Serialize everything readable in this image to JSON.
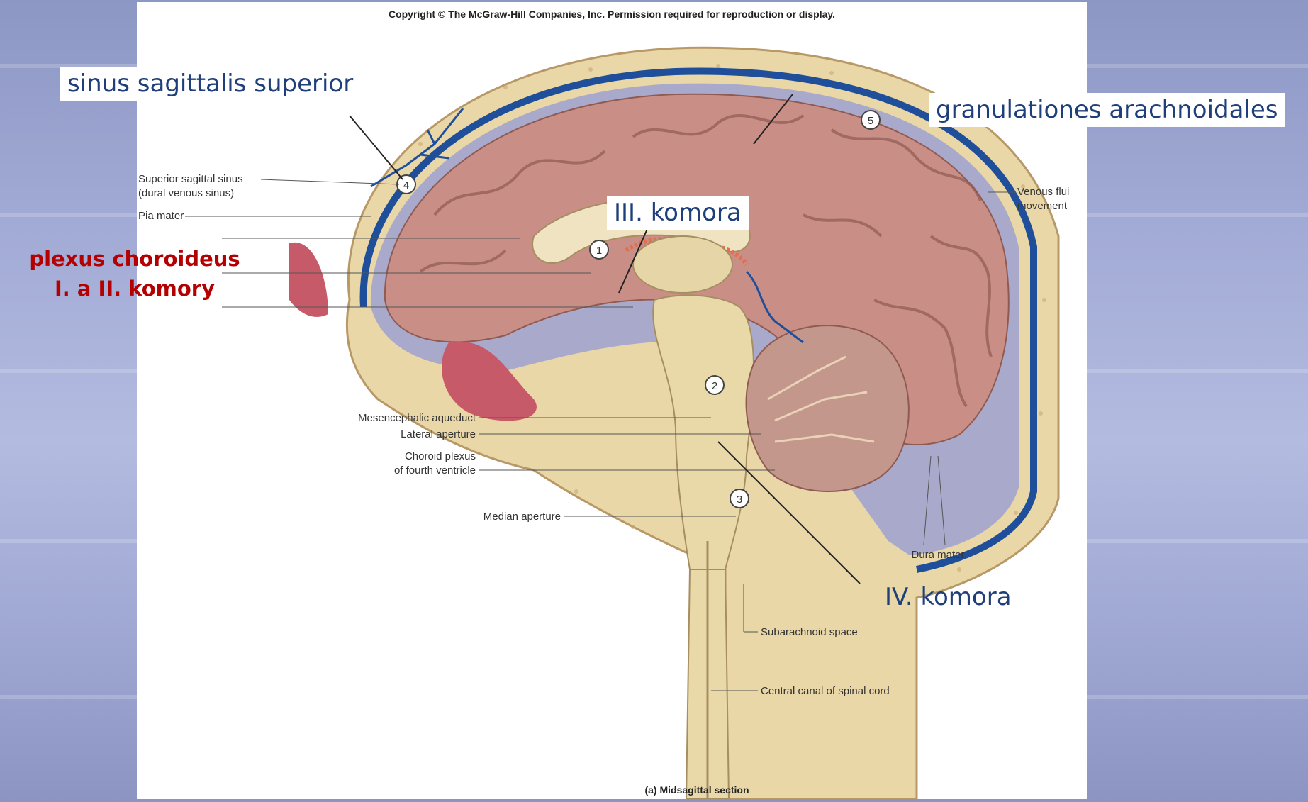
{
  "copyright": "Copyright © The McGraw-Hill Companies, Inc. Permission required for reproduction or display.",
  "caption": "(a) Midsagittal section",
  "overlay_labels": {
    "sinus_sagittalis_superior": "sinus sagittalis superior",
    "granulationes_arachnoidales": "granulationes arachnoidales",
    "third_ventricle": "III. komora",
    "plexus_line1": "plexus choroideus",
    "plexus_line2": "I. a II. komory",
    "fourth_ventricle": "IV. komora"
  },
  "figure_labels": {
    "superior_sagittal_sinus_1": "Superior sagittal sinus",
    "superior_sagittal_sinus_2": "(dural venous sinus)",
    "pia_mater": "Pia mater",
    "venous_fluid_1": "Venous flui",
    "venous_fluid_2": "movement",
    "mesencephalic_aqueduct": "Mesencephalic aqueduct",
    "lateral_aperture": "Lateral aperture",
    "choroid_plexus_1": "Choroid plexus",
    "choroid_plexus_2": "of fourth ventricle",
    "median_aperture": "Median aperture",
    "dura_mater": "Dura mater",
    "subarachnoid_space": "Subarachnoid space",
    "central_canal": "Central canal of spinal cord"
  },
  "step_numbers": [
    "1",
    "2",
    "3",
    "4",
    "5"
  ],
  "colors": {
    "brain": "#c98f86",
    "bone": "#e9d7a8",
    "sinus_blue": "#1f4f9a",
    "csf_space": "#a9aacb",
    "overlay_text_blue": "#1f3f7a",
    "overlay_text_red": "#b40000"
  }
}
